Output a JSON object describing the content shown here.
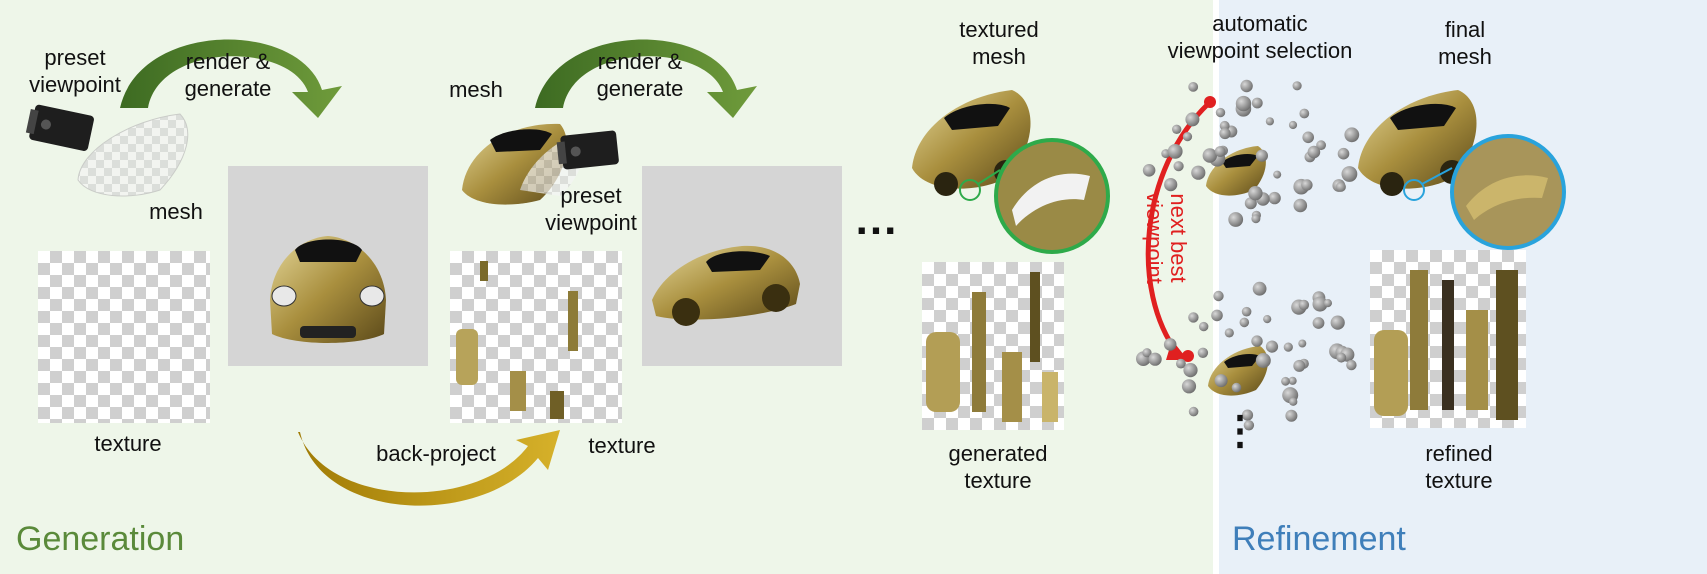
{
  "panels": {
    "generation_title": "Generation",
    "refinement_title": "Refinement"
  },
  "labels": {
    "preset_viewpoint_1": "preset\nviewpoint",
    "render_generate_1": "render &\ngenerate",
    "mesh_1": "mesh",
    "texture_1": "texture",
    "back_project": "back-project",
    "mesh_2": "mesh",
    "render_generate_2": "render &\ngenerate",
    "preset_viewpoint_2": "preset\nviewpoint",
    "texture_2": "texture",
    "textured_mesh": "textured\nmesh",
    "generated_texture": "generated\ntexture",
    "automatic_viewpoint_selection": "automatic\nviewpoint selection",
    "next_best_viewpoint": "next best\nviewpoint",
    "final_mesh": "final\nmesh",
    "refined_texture": "refined\ntexture",
    "ellipsis_horizontal": "...",
    "ellipsis_vertical": "⋮"
  },
  "colors": {
    "generation_bg": "#eef6e9",
    "refinement_bg": "#e8f0f8",
    "green_arrow": "#4e7d2b",
    "gold_arrow": "#b8900a",
    "red_arrow": "#e02020",
    "zoom_green": "#2eaa4a",
    "zoom_blue": "#29a3dc",
    "car_gold": "#b7a35a"
  }
}
